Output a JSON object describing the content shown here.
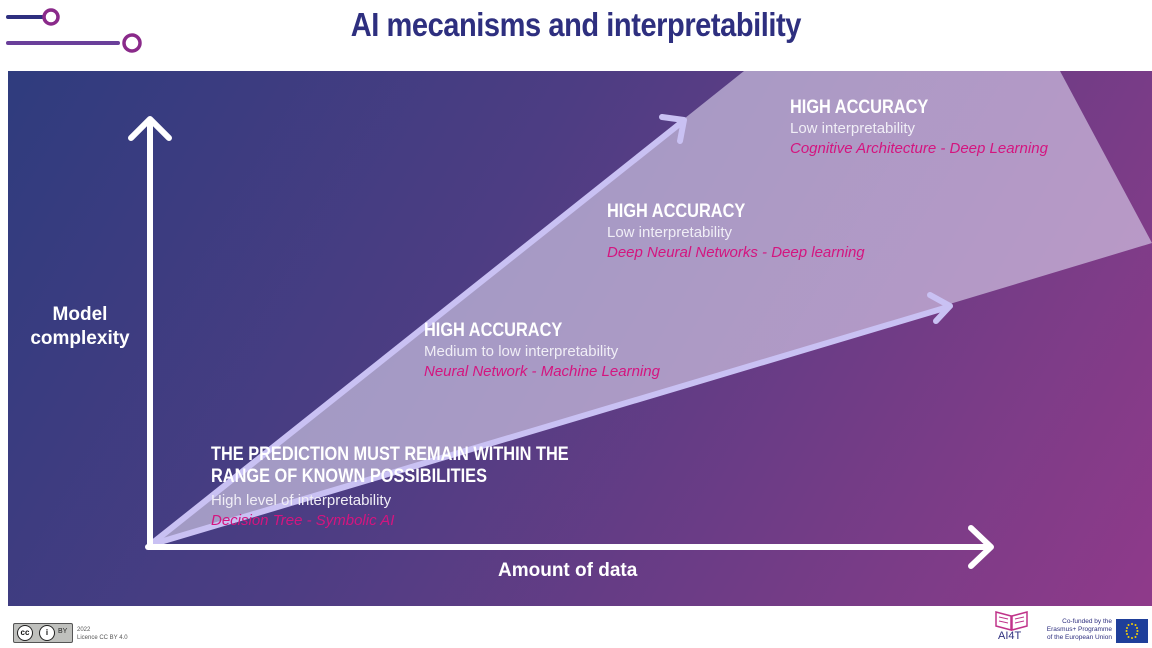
{
  "title": "AI mecanisms and interpretability",
  "axes": {
    "y_label_line1": "Model",
    "y_label_line2": "complexity",
    "x_label": "Amount of data"
  },
  "levels": [
    {
      "heading_line1": "THE PREDICTION MUST REMAIN WITHIN THE",
      "heading_line2": "RANGE OF KNOWN POSSIBILITIES",
      "interpretability": "High level of interpretability",
      "example": "Decision Tree - Symbolic AI"
    },
    {
      "heading": "HIGH ACCURACY",
      "interpretability": "Medium to low interpretability",
      "example": "Neural Network - Machine Learning"
    },
    {
      "heading": "HIGH ACCURACY",
      "interpretability": "Low interpretability",
      "example": "Deep Neural Networks - Deep learning"
    },
    {
      "heading": "HIGH ACCURACY",
      "interpretability": "Low interpretability",
      "example": "Cognitive Architecture - Deep Learning"
    }
  ],
  "footer": {
    "license_year": "2022",
    "license_text": "Licence CC BY 4.0",
    "cc_badge": "BY",
    "logo_text": "AI4T",
    "cofunded_line1": "Co-funded by the",
    "cofunded_line2": "Erasmus+ Programme",
    "cofunded_line3": "of the European Union"
  },
  "colors": {
    "title": "#2e2f7f",
    "panel_start": "#2f3c7e",
    "panel_end": "#8f3a8a",
    "example_text": "#d4157f",
    "arrow": "#c8c0f2",
    "cone": "#d8d0ea"
  },
  "icons": [
    "decorative-circuit-lines-icon",
    "up-arrow-icon",
    "right-arrow-icon",
    "book-icon",
    "eu-flag-icon",
    "creative-commons-icon"
  ]
}
